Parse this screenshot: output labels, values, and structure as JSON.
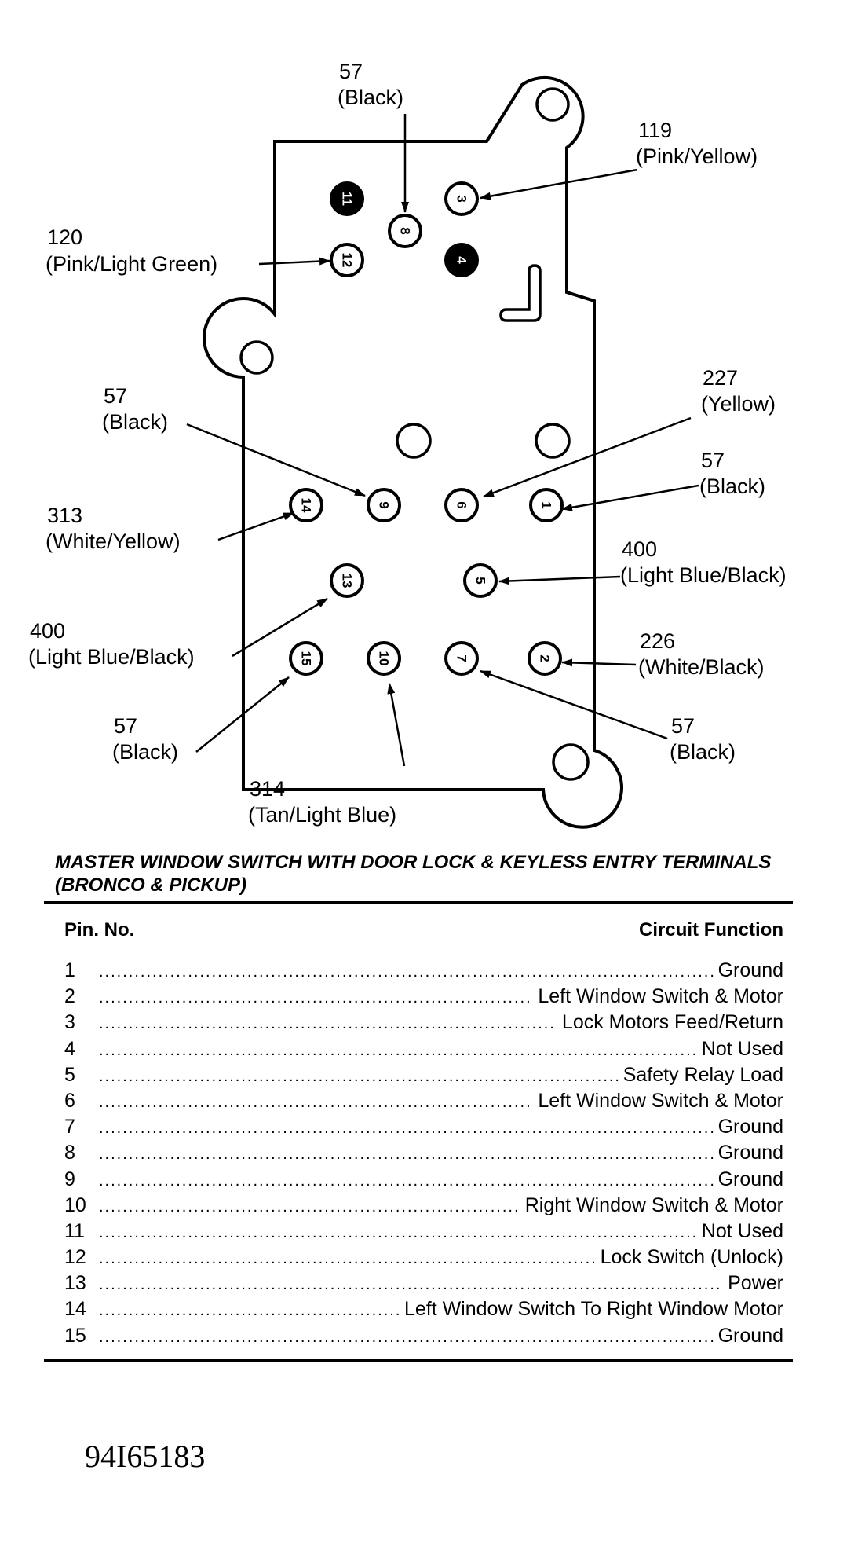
{
  "figure_id": "94I65183",
  "diagram": {
    "pins": [
      {
        "n": "1",
        "filled": false
      },
      {
        "n": "2",
        "filled": false
      },
      {
        "n": "3",
        "filled": false
      },
      {
        "n": "4",
        "filled": true
      },
      {
        "n": "5",
        "filled": false
      },
      {
        "n": "6",
        "filled": false
      },
      {
        "n": "7",
        "filled": false
      },
      {
        "n": "8",
        "filled": false
      },
      {
        "n": "9",
        "filled": false
      },
      {
        "n": "10",
        "filled": false
      },
      {
        "n": "11",
        "filled": true
      },
      {
        "n": "12",
        "filled": false
      },
      {
        "n": "13",
        "filled": false
      },
      {
        "n": "14",
        "filled": false
      },
      {
        "n": "15",
        "filled": false
      }
    ],
    "callouts": {
      "pin8": {
        "circuit": "57",
        "color": "(Black)"
      },
      "pin3": {
        "circuit": "119",
        "color": "(Pink/Yellow)"
      },
      "pin12": {
        "circuit": "120",
        "color": "(Pink/Light Green)"
      },
      "pin9": {
        "circuit": "57",
        "color": "(Black)"
      },
      "pin6": {
        "circuit": "227",
        "color": "(Yellow)"
      },
      "pin1": {
        "circuit": "57",
        "color": "(Black)"
      },
      "pin14": {
        "circuit": "313",
        "color": "(White/Yellow)"
      },
      "pin5": {
        "circuit": "400",
        "color": "(Light Blue/Black)"
      },
      "pin13": {
        "circuit": "400",
        "color": "(Light Blue/Black)"
      },
      "pin2": {
        "circuit": "226",
        "color": "(White/Black)"
      },
      "pin15": {
        "circuit": "57",
        "color": "(Black)"
      },
      "pin7": {
        "circuit": "57",
        "color": "(Black)"
      },
      "pin10": {
        "circuit": "314",
        "color": "(Tan/Light Blue)"
      }
    }
  },
  "table": {
    "title": "MASTER WINDOW SWITCH WITH DOOR LOCK & KEYLESS ENTRY TERMINALS (BRONCO & PICKUP)",
    "col_pin": "Pin. No.",
    "col_function": "Circuit Function",
    "rows": [
      {
        "pin": "1",
        "function": "Ground"
      },
      {
        "pin": "2",
        "function": "Left Window Switch & Motor"
      },
      {
        "pin": "3",
        "function": "Lock Motors Feed/Return"
      },
      {
        "pin": "4",
        "function": "Not Used"
      },
      {
        "pin": "5",
        "function": "Safety Relay Load"
      },
      {
        "pin": "6",
        "function": "Left Window Switch & Motor"
      },
      {
        "pin": "7",
        "function": "Ground"
      },
      {
        "pin": "8",
        "function": "Ground"
      },
      {
        "pin": "9",
        "function": "Ground"
      },
      {
        "pin": "10",
        "function": "Right Window Switch & Motor"
      },
      {
        "pin": "11",
        "function": "Not Used"
      },
      {
        "pin": "12",
        "function": "Lock Switch (Unlock)"
      },
      {
        "pin": "13",
        "function": "Power"
      },
      {
        "pin": "14",
        "function": "Left Window Switch To Right Window Motor"
      },
      {
        "pin": "15",
        "function": "Ground"
      }
    ]
  }
}
